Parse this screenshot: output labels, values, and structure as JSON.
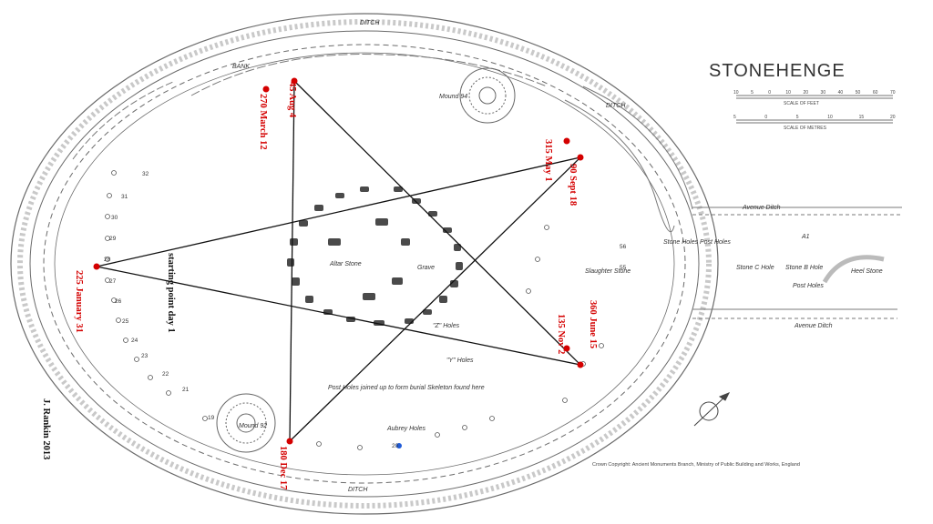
{
  "title": "STONEHENGE",
  "scale": {
    "feet_label": "SCALE OF FEET",
    "feet_ticks": [
      "10",
      "5",
      "0",
      "10",
      "20",
      "30",
      "40",
      "50",
      "60",
      "70"
    ],
    "metres_label": "SCALE OF METRES",
    "metres_ticks": [
      "5",
      "0",
      "5",
      "10",
      "15",
      "20"
    ]
  },
  "markers": [
    {
      "id": "jan31",
      "label": "225 January 31",
      "color": "#d40000"
    },
    {
      "id": "aug4",
      "label": "45 Aug 4",
      "color": "#d40000"
    },
    {
      "id": "mar12",
      "label": "270 March 12",
      "color": "#d40000"
    },
    {
      "id": "may1",
      "label": "315 May 1",
      "color": "#d40000"
    },
    {
      "id": "sep18",
      "label": "90 Sept 18",
      "color": "#d40000"
    },
    {
      "id": "jun15",
      "label": "360 June 15",
      "color": "#d40000"
    },
    {
      "id": "nov2",
      "label": "135 Nov 2",
      "color": "#d40000"
    },
    {
      "id": "dec17",
      "label": "180 Dec 17",
      "color": "#d40000"
    }
  ],
  "start_label": "starting point day 1",
  "author": "J. Rankin 2013",
  "plan_labels": {
    "ditch_top": "DITCH",
    "ditch_bottom": "DITCH",
    "bank_top": "BANK",
    "bank_right": "DITCH",
    "mound": "Mound 94",
    "altar_stone": "Altar Stone",
    "grave": "Grave",
    "z_holes": "\"Z\" Holes",
    "y_holes": "\"Y\" Holes",
    "post_holes_note": "Post Holes joined up to form burial Skeleton found here",
    "aubrey_holes": "Aubrey Holes",
    "aubrey_hole_num": "20",
    "slaughter_stone": "Slaughter Stone",
    "stone_holes": "Stone Holes",
    "post_holes": "Post Holes",
    "stone_hole_c": "Stone C Hole",
    "stone_hole_b": "Stone B Hole",
    "post_holes_right": "Post Holes",
    "heel_stone": "Heel Stone",
    "avenue_ditch_top": "Avenue Ditch",
    "avenue_ditch_bottom": "Avenue Ditch",
    "hole_a1": "A1",
    "mound_92": "Mound 92"
  },
  "aubrey_numbers": [
    "32",
    "31",
    "30",
    "29",
    "28",
    "27",
    "26",
    "25",
    "24",
    "23",
    "22",
    "21",
    "19",
    "56",
    "55"
  ],
  "copyright": "Crown Copyright: Ancient Monuments Branch, Ministry of Public Building and Works, England",
  "colors": {
    "marker": "#d40000",
    "lines": "#111111",
    "plan": "#555555",
    "hole20": "#1f5bd8"
  }
}
